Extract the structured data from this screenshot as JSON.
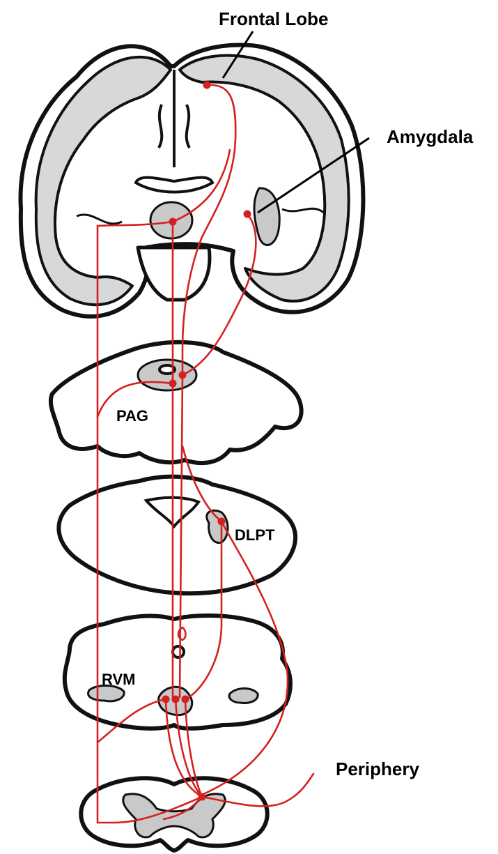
{
  "labels": {
    "frontal_lobe": "Frontal Lobe",
    "amygdala": "Amygdala",
    "pag": "PAG",
    "dlpt": "DLPT",
    "rvm": "RVM",
    "periphery": "Periphery"
  },
  "colors": {
    "pathway": "#d42020",
    "outline": "#111111",
    "tissue": "#cccccc"
  }
}
